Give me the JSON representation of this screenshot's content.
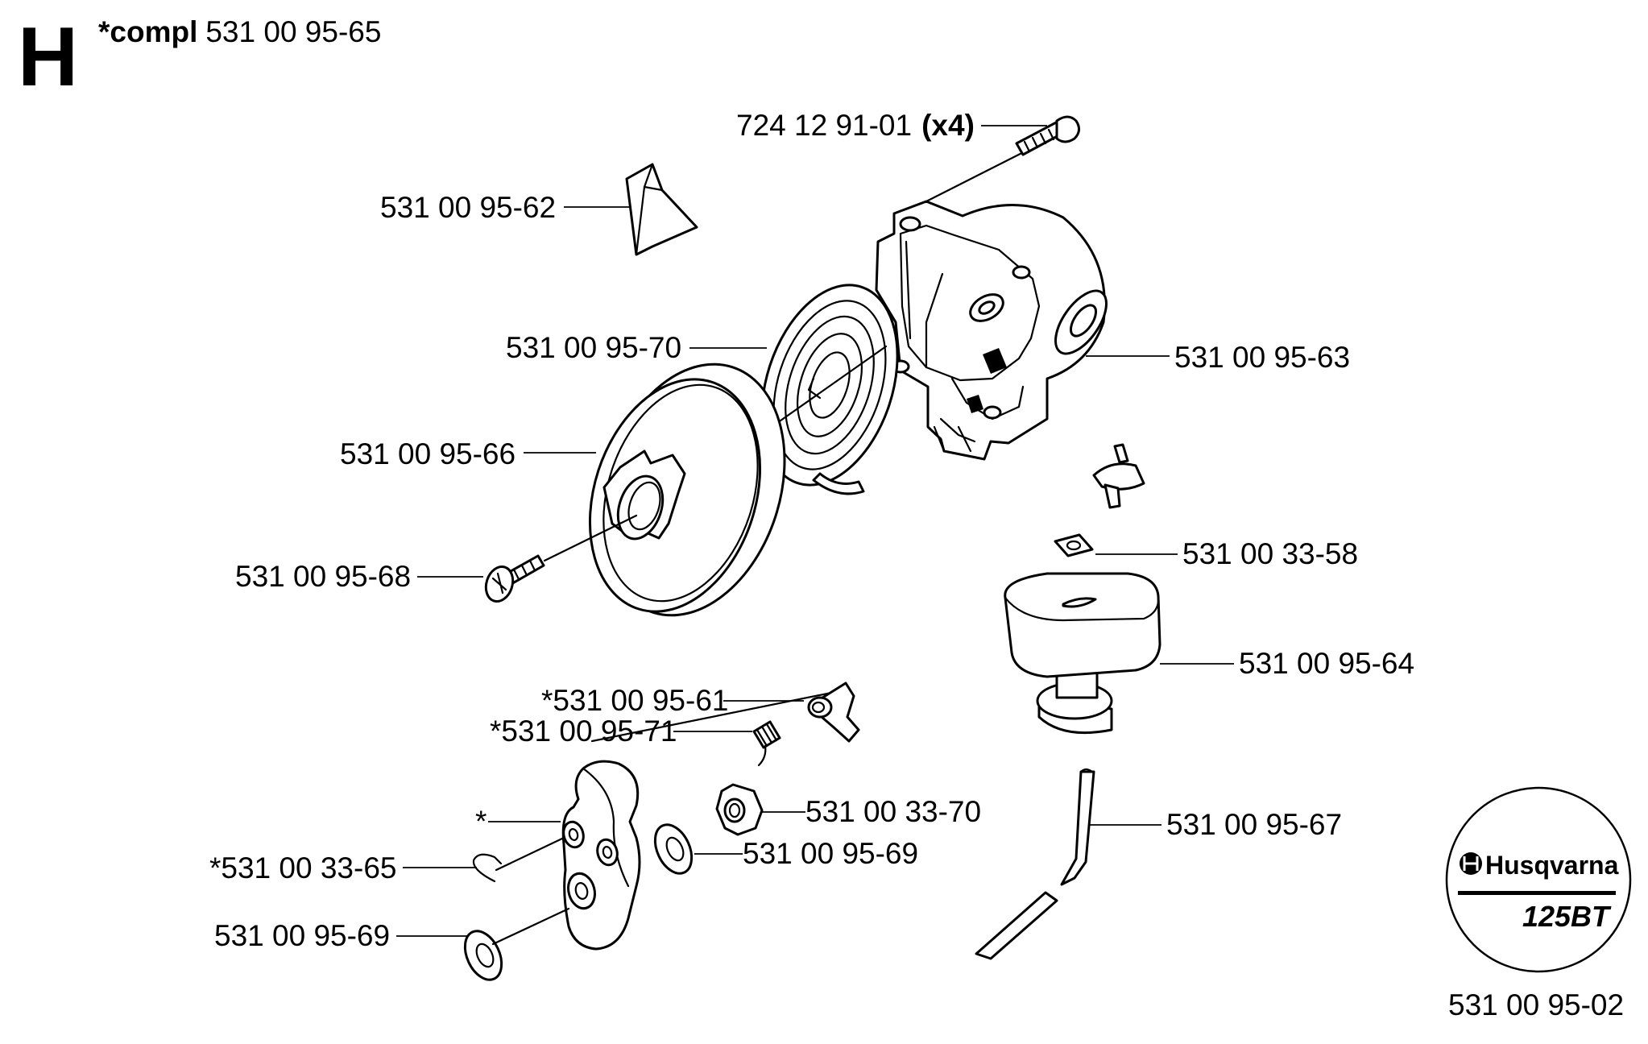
{
  "header": {
    "section_letter": "H",
    "compl_prefix": "*compl",
    "compl_number": "531 00 95-65"
  },
  "callouts": {
    "screw_x4_number": "724 12 91-01",
    "screw_x4_qty": "(x4)",
    "guide": "531 00 95-62",
    "spring": "531 00 95-70",
    "housing": "531 00 95-63",
    "pulley": "531 00 95-66",
    "center_screw": "531 00 95-68",
    "eyelet": "531 00 33-58",
    "handle": "531 00 95-64",
    "pawl": "*531 00 95-61",
    "pawl_spring": "*531 00 95-71",
    "nut": "531 00 33-70",
    "body_asterisk": "*",
    "washer_upper": "531 00 95-69",
    "circlip": "*531 00 33-65",
    "washer_lower": "531 00 95-69",
    "rope": "531 00 95-67"
  },
  "badge": {
    "brand": "Husqvarna",
    "model": "125BT",
    "drawing_number": "531 00 95-02"
  }
}
